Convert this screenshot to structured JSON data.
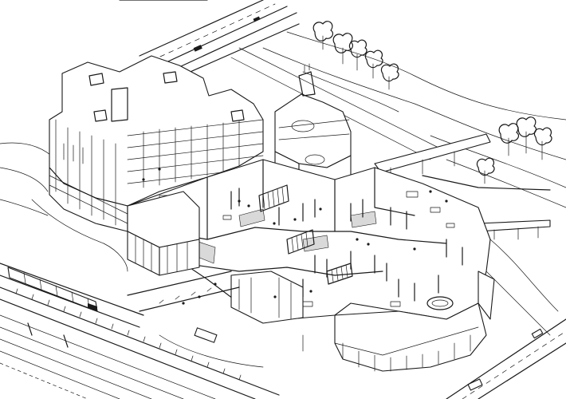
{
  "drawing": {
    "style": "isometric line sketch",
    "colors": {
      "ink": "#1a1a1a",
      "paper": "#ffffff",
      "shade": "#d9d9d9"
    },
    "elements": [
      "highway-top",
      "highway-bottom",
      "railway",
      "train",
      "slab-building",
      "interior-complex",
      "footbridge",
      "trees",
      "columns",
      "vehicles"
    ]
  }
}
